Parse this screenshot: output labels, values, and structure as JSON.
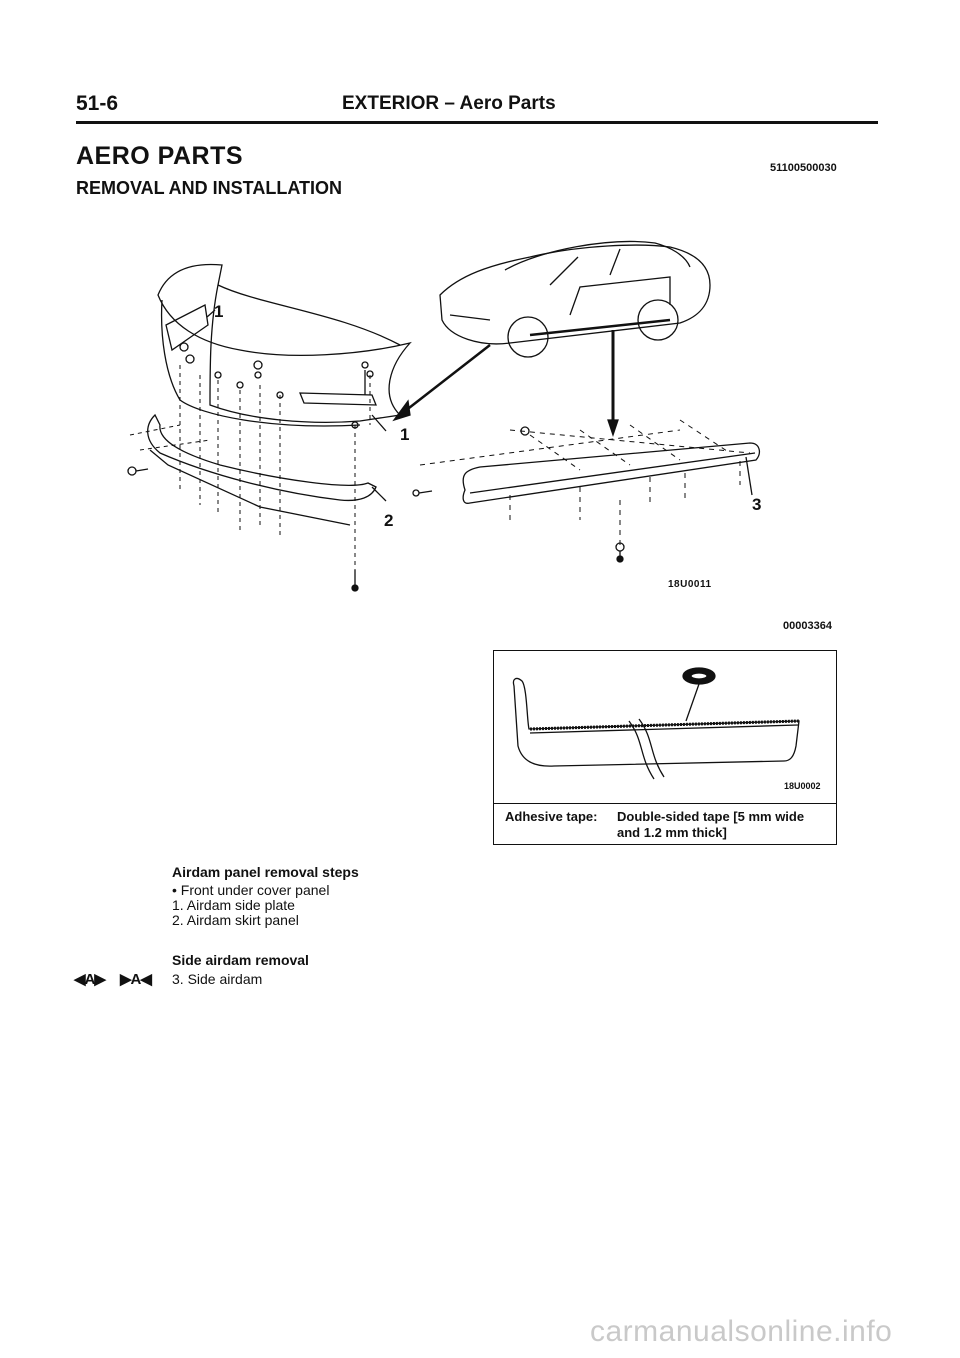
{
  "header": {
    "page_number": "51-6",
    "title": "EXTERIOR – Aero Parts"
  },
  "section": {
    "title": "AERO PARTS",
    "code": "51100500030",
    "subtitle": "REMOVAL AND INSTALLATION"
  },
  "figure_main": {
    "code": "18U0011",
    "ref": "00003364",
    "callouts": [
      "1",
      "1",
      "2",
      "3"
    ]
  },
  "figure_tape": {
    "code": "18U0002",
    "label": "Adhesive tape:",
    "spec": "Double-sided tape [5 mm wide and 1.2 mm thick]"
  },
  "airdam_steps": {
    "heading": "Airdam panel removal steps",
    "items": [
      "• Front under cover panel",
      "1. Airdam side plate",
      "2. Airdam skirt panel"
    ]
  },
  "side_airdam": {
    "heading": "Side airdam removal",
    "marker_a": "◀A▶",
    "marker_b": "▶A◀",
    "item": "3. Side airdam"
  },
  "watermark": "carmanualsonline.info"
}
